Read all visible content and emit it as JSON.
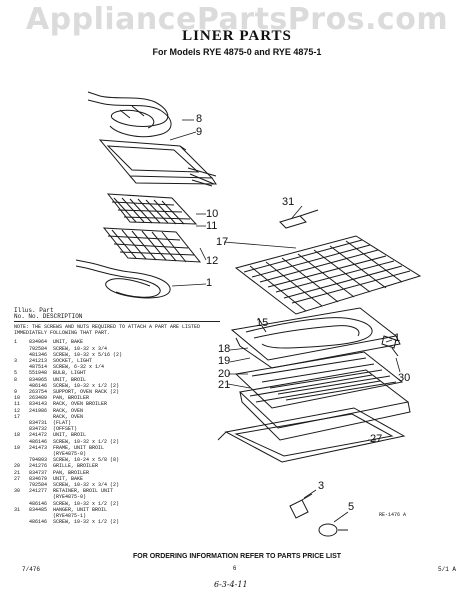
{
  "watermark": "AppliancePartsPros.com",
  "header": {
    "title": "LINER PARTS",
    "subtitle": "For Models RYE 4875-0 and RYE 4875-1"
  },
  "callouts": {
    "c8": "8",
    "c9": "9",
    "c10": "10",
    "c11": "11",
    "c12": "12",
    "c31": "31",
    "c17": "17",
    "c15": "15",
    "c18": "18",
    "c19": "19",
    "c20": "20",
    "c21": "21",
    "c1": "1",
    "c30": "30",
    "c27": "27",
    "c3": "3",
    "c5": "5"
  },
  "parts_list": {
    "header_line1": "Illus.   Part",
    "header_line2": "No.     No.       DESCRIPTION",
    "note": "NOTE: THE SCREWS AND NUTS REQUIRED TO ATTACH A PART ARE LISTED IMMEDIATELY FOLLOWING THAT PART.",
    "rows": [
      {
        "illus": "1",
        "part": "834964",
        "desc": "UNIT, BAKE"
      },
      {
        "illus": "",
        "part": "792584",
        "desc": "SCREW, 10-32 x 3/4"
      },
      {
        "illus": "",
        "part": "481346",
        "desc": "SCREW, 10-32 x 5/16 (2)"
      },
      {
        "illus": "3",
        "part": "241213",
        "desc": "SOCKET, LIGHT"
      },
      {
        "illus": "",
        "part": "487514",
        "desc": "SCREW, 6-32 x 1/4"
      },
      {
        "illus": "5",
        "part": "551948",
        "desc": "BULB, LIGHT"
      },
      {
        "illus": "8",
        "part": "834965",
        "desc": "UNIT, BROIL"
      },
      {
        "illus": "",
        "part": "486146",
        "desc": "SCREW, 10-32 x 1/2 (2)"
      },
      {
        "illus": "9",
        "part": "263754",
        "desc": "SUPPORT, OVEN RACK (2)"
      },
      {
        "illus": "10",
        "part": "263409",
        "desc": "PAN, BROILER"
      },
      {
        "illus": "11",
        "part": "834143",
        "desc": "RACK, OVEN BROILER"
      },
      {
        "illus": "12",
        "part": "241986",
        "desc": "RACK, OVEN"
      },
      {
        "illus": "17",
        "part": "",
        "desc": "RACK, OVEN"
      },
      {
        "illus": "",
        "part": "834731",
        "desc": "(FLAT)"
      },
      {
        "illus": "",
        "part": "834732",
        "desc": "(OFFSET)"
      },
      {
        "illus": "18",
        "part": "241472",
        "desc": "UNIT, BROIL"
      },
      {
        "illus": "",
        "part": "486146",
        "desc": "SCREW, 10-32 x 1/2 (2)"
      },
      {
        "illus": "19",
        "part": "241473",
        "desc": "FRAME, UNIT BROIL"
      },
      {
        "illus": "",
        "part": "",
        "desc": "(RYE4875-0)"
      },
      {
        "illus": "",
        "part": "794893",
        "desc": "SCREW, 10-24 x 5/8 (8)"
      },
      {
        "illus": "20",
        "part": "241276",
        "desc": "GRILLE, BROILER"
      },
      {
        "illus": "21",
        "part": "834737",
        "desc": "PAN, BROILER"
      },
      {
        "illus": "27",
        "part": "834679",
        "desc": "UNIT, BAKE"
      },
      {
        "illus": "",
        "part": "792584",
        "desc": "SCREW, 10-32 x 3/4 (2)"
      },
      {
        "illus": "30",
        "part": "241277",
        "desc": "RETAINER, BROIL UNIT"
      },
      {
        "illus": "",
        "part": "",
        "desc": "(RYE4875-0)"
      },
      {
        "illus": "",
        "part": "486146",
        "desc": "SCREW, 10-32 x 1/2 (2)"
      },
      {
        "illus": "31",
        "part": "834485",
        "desc": "HANGER, UNIT BROIL"
      },
      {
        "illus": "",
        "part": "",
        "desc": "(RYE4875-1)"
      },
      {
        "illus": "",
        "part": "486146",
        "desc": "SCREW, 10-32 x 1/2 (2)"
      }
    ]
  },
  "diagram_ref": "RE-1476 A",
  "footer": {
    "notice": "FOR ORDERING INFORMATION REFER TO PARTS PRICE LIST",
    "left_code": "7/476",
    "page_number": "6",
    "right_code": "5/1 A",
    "handwritten": "6-3-4-11"
  }
}
